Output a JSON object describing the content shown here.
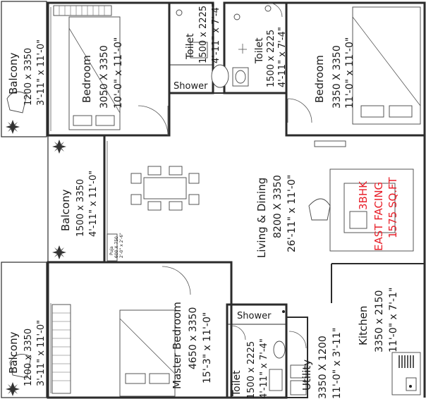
{
  "colors": {
    "wall": "#2b2b2b",
    "text": "#1a1a1a",
    "accent": "#e8202a",
    "plant": "#333333"
  },
  "rooms": {
    "balcony_top": {
      "name": "Balcony",
      "metric": "1200 x 3350",
      "imperial": "3'-11\" x 11'-0\""
    },
    "bedroom_1": {
      "name": "Bedroom",
      "metric": "3050 X 3350",
      "imperial": "10'-0\" x 11'-0\""
    },
    "toilet_1": {
      "name": "Toilet",
      "metric": "1500 x 2225",
      "imperial": "4'-11\" x 7'-4\""
    },
    "shower_1": {
      "name": "Shower"
    },
    "toilet_2": {
      "name": "Toilet",
      "metric": "1500 x 2225",
      "imperial": "4'-11\" x 7'-4\""
    },
    "bedroom_2": {
      "name": "Bedroom",
      "metric": "3350 X 3350",
      "imperial": "11'-0\" x 11'-0\""
    },
    "balcony_mid": {
      "name": "Balcony",
      "metric": "1500 x 3350",
      "imperial": "4'-11\" x 11'-0\""
    },
    "living": {
      "name": "Living & Dining",
      "metric": "8200 X 3350",
      "imperial": "26'-11\" x 11'-0\""
    },
    "puja": {
      "name": "Puja",
      "metric": "600 X 750",
      "imperial": "2'-0\" x 2'-6\""
    },
    "balcony_bottom": {
      "name": "Balcony",
      "metric": "1200 x 3350",
      "imperial": "3'-11\" x 11'-0\""
    },
    "master_bedroom": {
      "name": "Master Bedroom",
      "metric": "4650 x 3350",
      "imperial": "15'-3\" x 11'-0\""
    },
    "shower_2": {
      "name": "Shower"
    },
    "toilet_3": {
      "name": "Toilet",
      "metric": "1500 x 2225",
      "imperial": "4'-11\" x 7'-4\""
    },
    "utility": {
      "name": "Utility",
      "metric": "3350 X 1200",
      "imperial": "11'-0\" x 3'-11\""
    },
    "kitchen": {
      "name": "Kitchen",
      "metric": "3350 x 2150",
      "imperial": "11'-0\" x 7'-1\""
    }
  },
  "headline": {
    "line1": "3BHK",
    "line2": "EAST FACING",
    "line3": "1575 SQ.FT"
  }
}
